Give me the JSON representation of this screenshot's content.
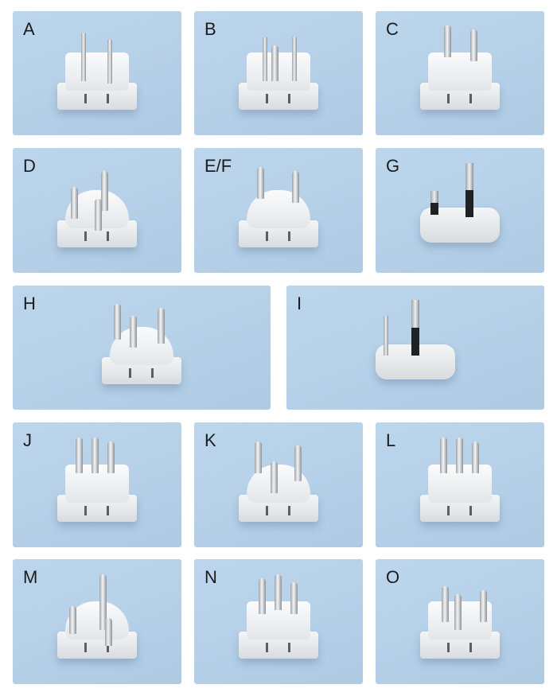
{
  "tiles": [
    {
      "label": "A"
    },
    {
      "label": "B"
    },
    {
      "label": "C"
    },
    {
      "label": "D"
    },
    {
      "label": "E/F"
    },
    {
      "label": "G"
    },
    {
      "label": "H"
    },
    {
      "label": "I"
    },
    {
      "label": "J"
    },
    {
      "label": "K"
    },
    {
      "label": "L"
    },
    {
      "label": "M"
    },
    {
      "label": "N"
    },
    {
      "label": "O"
    }
  ],
  "colors": {
    "tile_background": "#b7d3ea",
    "label": "#1c1c1c",
    "plug": "#f2f3f4"
  }
}
